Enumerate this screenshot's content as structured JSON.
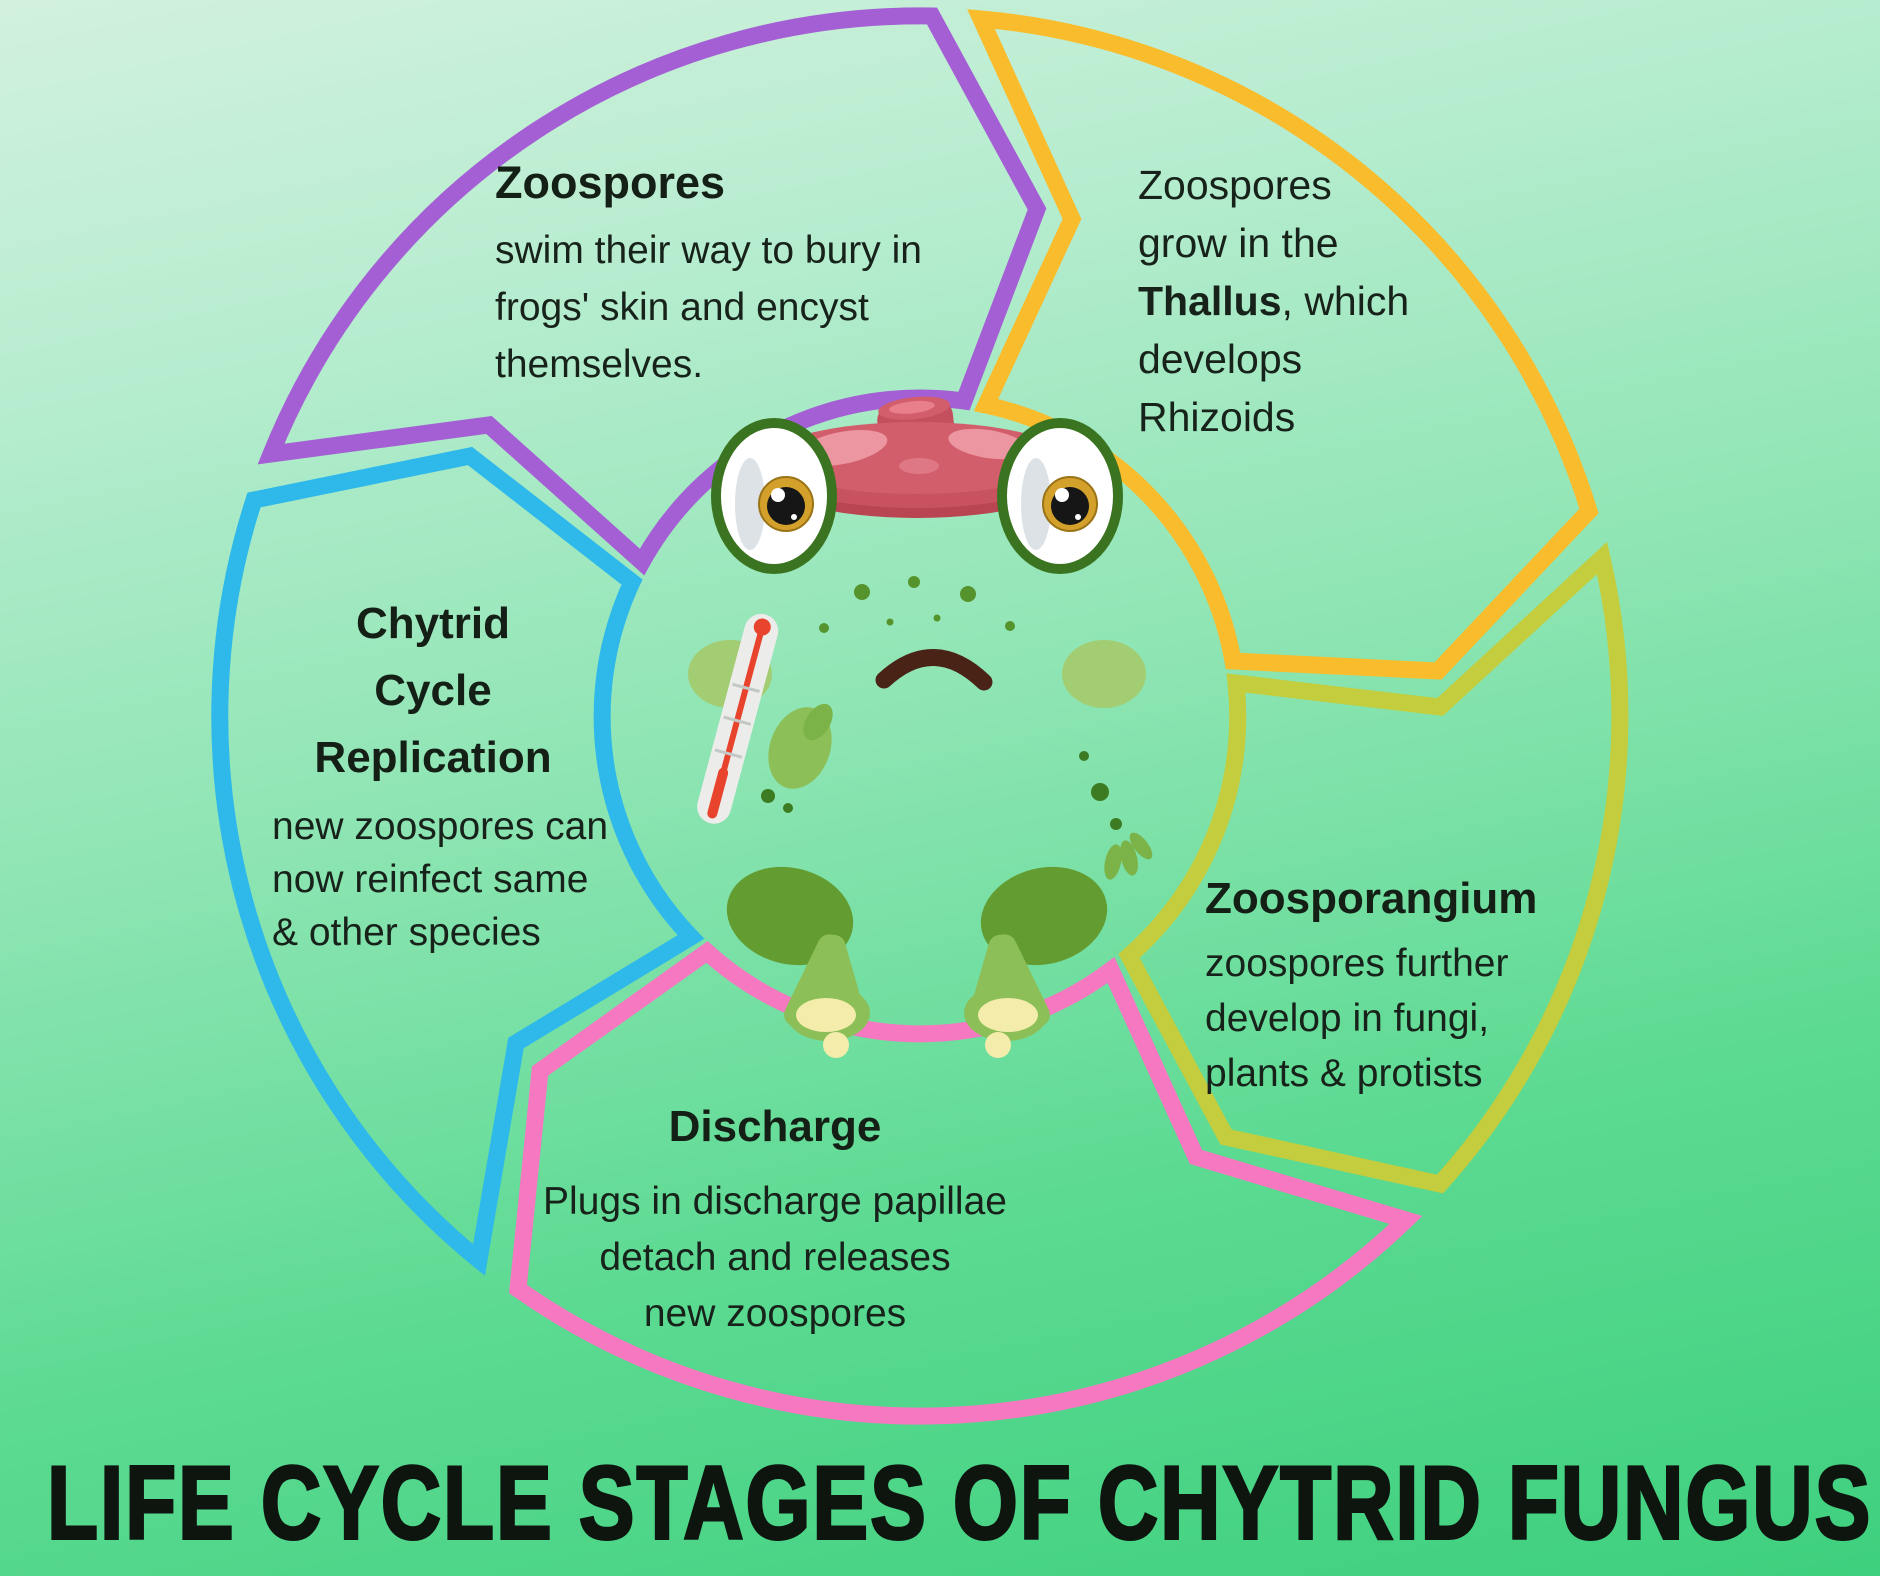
{
  "title": "LIFE CYCLE STAGES OF CHYTRID FUNGUS",
  "icons": {
    "center": "sick-frog-ice-pack-thermometer-icon"
  },
  "colors": {
    "background_top": "#d2f1dd",
    "background_bottom": "#3ed07e",
    "text": "#17231a",
    "title_text": "#0e150f"
  },
  "stages": [
    {
      "id": "zoospores",
      "color": "#a55fd5",
      "heading": "Zoospores",
      "body_lines": [
        "swim their way to bury in",
        "frogs' skin and encyst",
        "themselves."
      ]
    },
    {
      "id": "thallus",
      "color": "#f9bc2d",
      "lines": [
        "Zoospores",
        "grow in the",
        "develops",
        "Rhizoids"
      ],
      "bold": "Thallus",
      "bold_suffix": ", which"
    },
    {
      "id": "zoosporangium",
      "color": "#c3cd3d",
      "heading": "Zoosporangium",
      "body_lines": [
        "zoospores further",
        "develop in fungi,",
        "plants & protists"
      ]
    },
    {
      "id": "discharge",
      "color": "#f678c1",
      "heading": "Discharge",
      "body_lines": [
        "Plugs in discharge papillae",
        "detach and releases",
        "new zoospores"
      ]
    },
    {
      "id": "chytrid-cycle-replication",
      "color": "#2eb9ea",
      "heading_lines": [
        "Chytrid",
        "Cycle",
        "Replication"
      ],
      "body_lines": [
        "new zoospores can",
        "now reinfect same",
        "& other species"
      ]
    }
  ]
}
